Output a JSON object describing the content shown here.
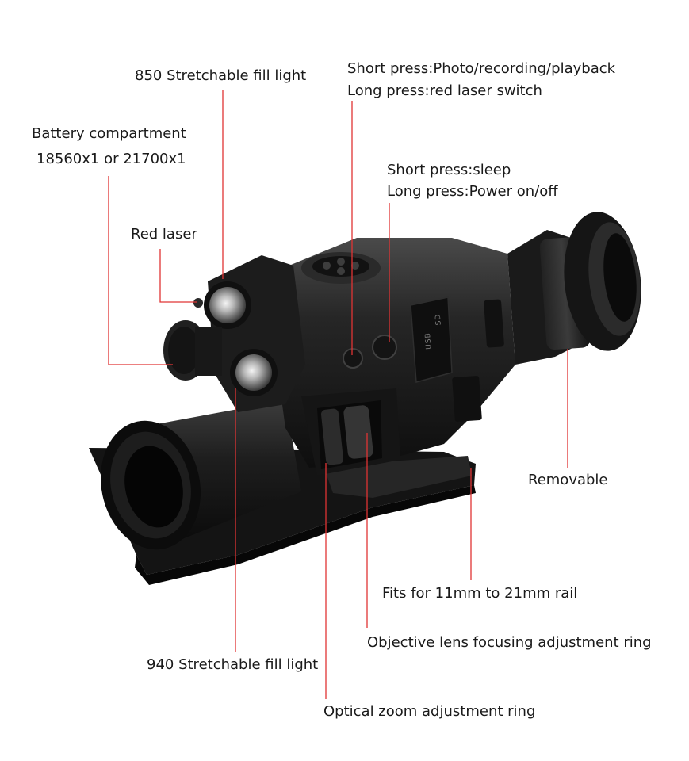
{
  "callouts": {
    "fill_light_850": "850 Stretchable fill light",
    "battery_line1": "Battery compartment",
    "battery_line2": "18560x1 or 21700x1",
    "red_laser": "Red laser",
    "short_press_photo": "Short press:Photo/recording/playback",
    "long_press_laser": "Long press:red laser switch",
    "short_press_sleep": "Short press:sleep",
    "long_press_power": "Long press:Power on/off",
    "removable": "Removable",
    "rail_fit": "Fits for 11mm to 21mm rail",
    "objective_ring": "Objective lens focusing adjustment ring",
    "fill_light_940": "940 Stretchable fill light",
    "zoom_ring": "Optical zoom adjustment ring"
  },
  "device": {
    "port_usb": "USB",
    "port_sd": "SD"
  },
  "colors": {
    "leader": "#e03434",
    "body": "#1b1b1b",
    "body_highlight": "#3a3a3a"
  }
}
